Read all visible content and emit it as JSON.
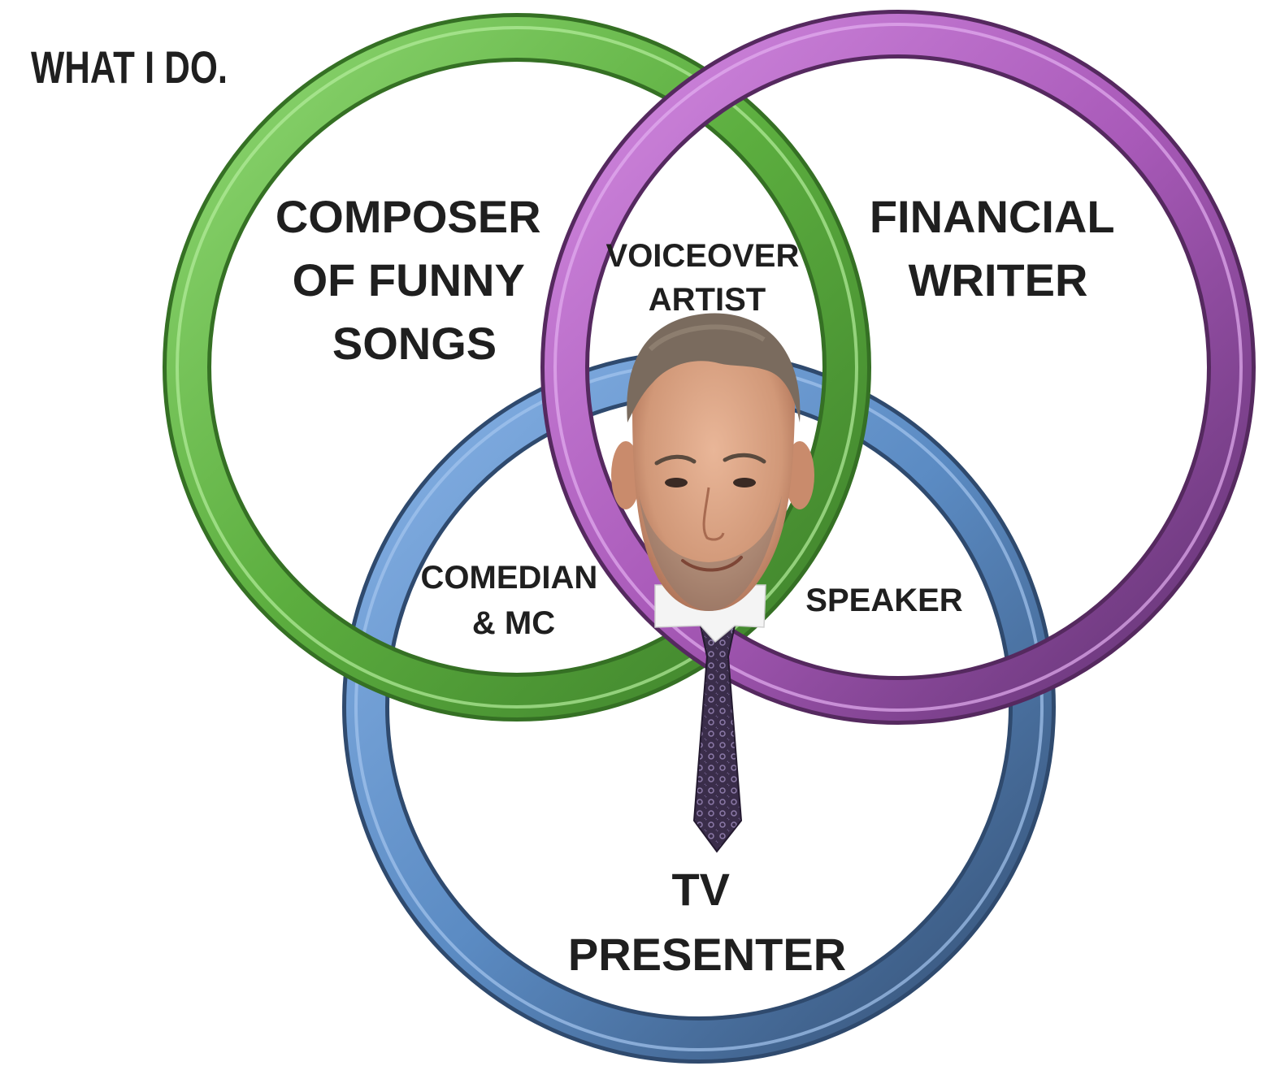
{
  "title": "WHAT I DO.",
  "circles": [
    {
      "label_lines": [
        "COMPOSER",
        "OF FUNNY",
        "SONGS"
      ],
      "color": "#6bbf4e",
      "dark": "#3f8a2c"
    },
    {
      "label_lines": [
        "FINANCIAL",
        "WRITER"
      ],
      "color": "#b565c8",
      "dark": "#6e3a80"
    },
    {
      "label_lines": [
        "TV",
        "PRESENTER"
      ],
      "color": "#5f8fc8",
      "dark": "#344f73"
    }
  ],
  "overlaps": {
    "voiceover": [
      "VOICEOVER",
      "ARTIST"
    ],
    "comedian": [
      "COMEDIAN",
      "& MC"
    ],
    "speaker": [
      "SPEAKER"
    ]
  },
  "portrait": {
    "icon": "person-portrait-icon",
    "tie_color": "#3a2d4a"
  }
}
